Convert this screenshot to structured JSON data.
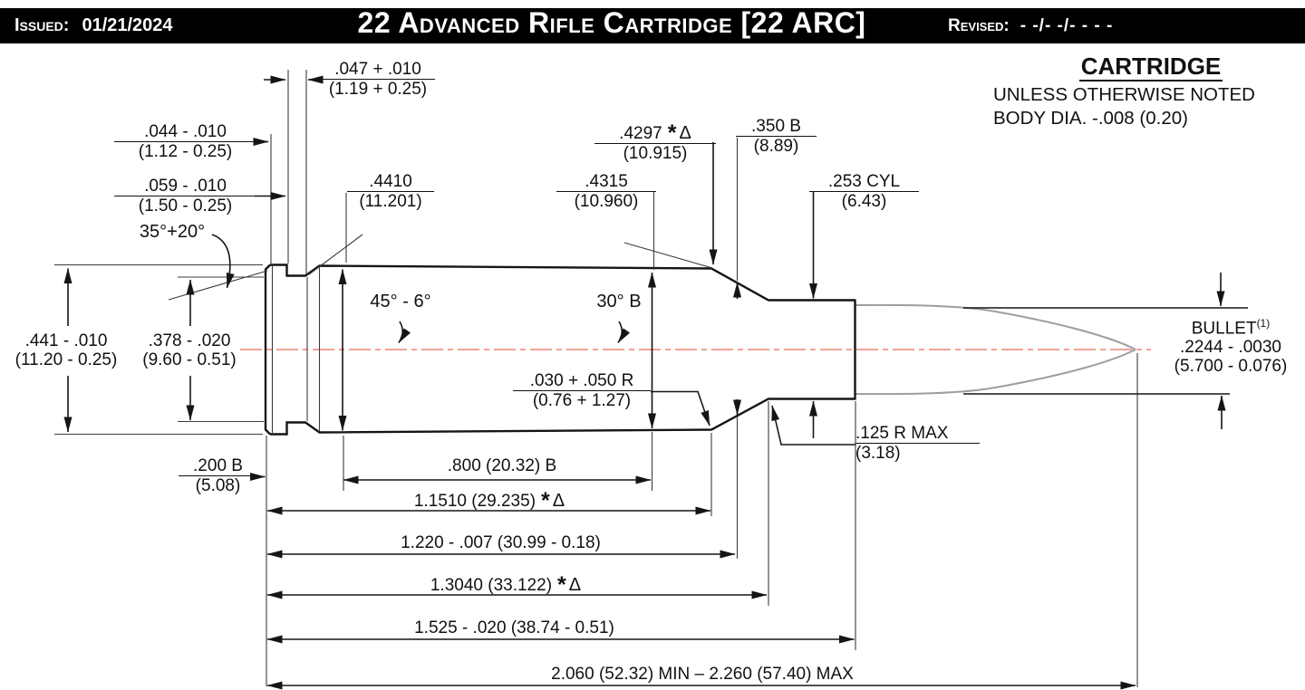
{
  "header": {
    "issued_label": "Issued:",
    "issued_value": "01/21/2024",
    "title": "22 Advanced Rifle Cartridge [22 ARC]",
    "revised_label": "Revised:",
    "revised_value": "- -/- -/- - - -"
  },
  "notes": {
    "heading": "CARTRIDGE",
    "line1": "UNLESS OTHERWISE NOTED",
    "line2": "BODY DIA. -.008 (0.20)"
  },
  "markers": {
    "star": "*",
    "delta": "Δ"
  },
  "callouts": {
    "groove_width": {
      "in": ".047 + .010",
      "mm": "(1.19 + 0.25)"
    },
    "rim_bevel": {
      "in": ".044 - .010",
      "mm": "(1.12 - 0.25)"
    },
    "rim_thickness": {
      "in": ".059 - .010",
      "mm": "(1.50 - 0.25)"
    },
    "body_dia_head": {
      "in": ".4410",
      "mm": "(11.201)"
    },
    "shoulder_dia": {
      "in": ".4297",
      "mm": "(10.915)"
    },
    "datum_dia": {
      "in": ".350 B",
      "mm": "(8.89)"
    },
    "body_dia_rear": {
      "in": ".4315",
      "mm": "(10.960)"
    },
    "neck_dia": {
      "in": ".253 CYL",
      "mm": "(6.43)"
    },
    "rim_dia": {
      "in": ".441 - .010",
      "mm": "(11.20 - 0.25)"
    },
    "groove_dia": {
      "in": ".378 - .020",
      "mm": "(9.60 - 0.51)"
    },
    "junction_radius": {
      "in": ".030 + .050 R",
      "mm": "(0.76 + 1.27)"
    },
    "neck_radius": {
      "in": ".125 R MAX",
      "mm": "(3.18)"
    },
    "head_to_datum": {
      "in": ".200 B",
      "mm": "(5.08)"
    },
    "angle_rim": "35°+20°",
    "angle_extractor": "45° - 6°",
    "angle_shoulder": "30° B"
  },
  "lengths": {
    "body_b": ".800 (20.32) B",
    "to_shoulder": "1.1510 (29.235)",
    "to_datum": "1.220 - .007 (30.99 - 0.18)",
    "to_neck": "1.3040 (33.122)",
    "case_length": "1.525 - .020 (38.74 - 0.51)",
    "overall_length": "2.060 (52.32) MIN – 2.260 (57.40) MAX"
  },
  "bullet": {
    "name": "BULLET",
    "sup": "(1)",
    "in": ".2244 - .0030",
    "mm": "(5.700 - 0.076)"
  },
  "colors": {
    "centerline": "#ef8273",
    "bullet_outline": "#9e9e9e",
    "line": "#151515"
  }
}
